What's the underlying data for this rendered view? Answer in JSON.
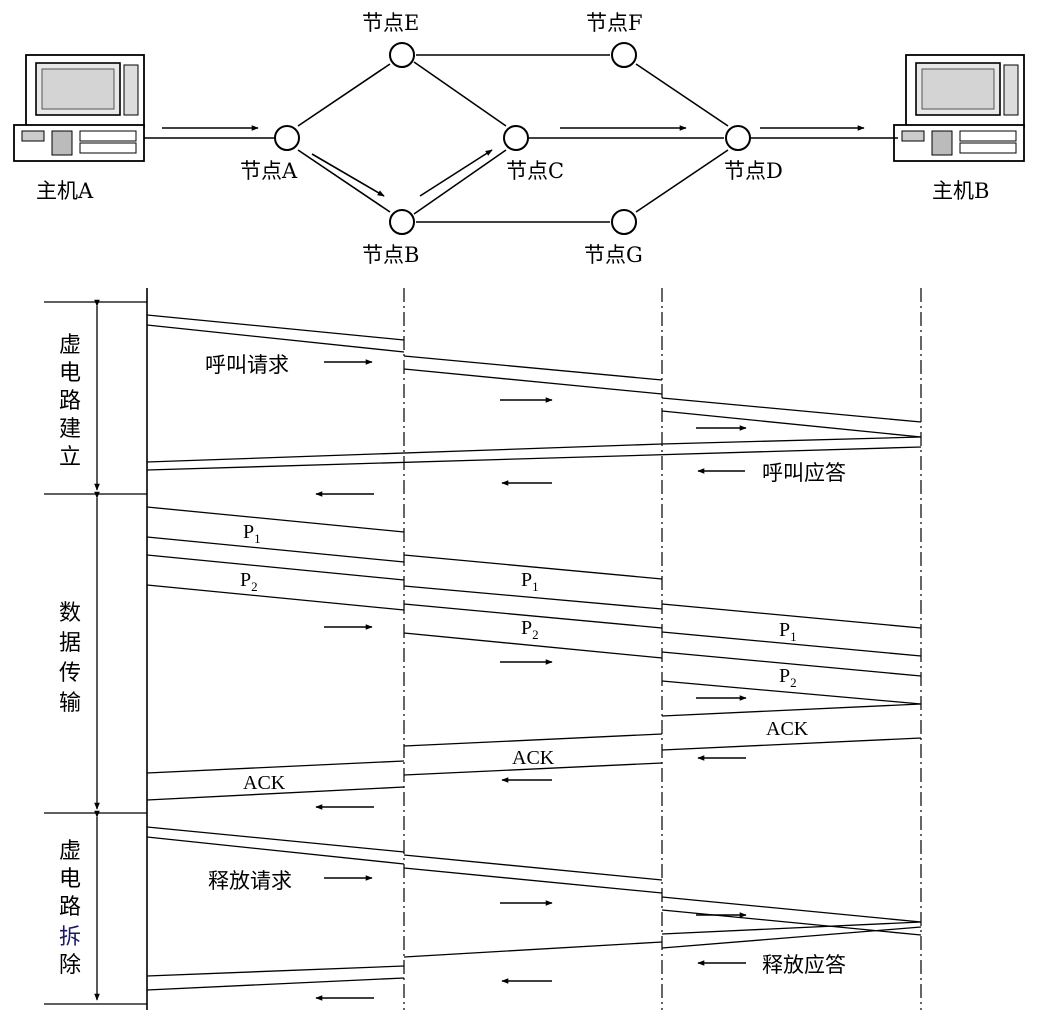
{
  "network": {
    "host_a": "主机A",
    "host_b": "主机B",
    "node_a": "节点A",
    "node_b": "节点B",
    "node_c": "节点C",
    "node_d": "节点D",
    "node_e": "节点E",
    "node_f": "节点F",
    "node_g": "节点G"
  },
  "phases": {
    "setup": [
      "虚",
      "电",
      "路",
      "建",
      "立"
    ],
    "transfer": [
      "数",
      "据",
      "传",
      "输"
    ],
    "teardown": [
      "虚",
      "电",
      "路",
      "拆",
      "除"
    ]
  },
  "messages": {
    "call_request": "呼叫请求",
    "call_accept": "呼叫应答",
    "release_request": "释放请求",
    "release_accept": "释放应答",
    "packet_letter": "P",
    "packet_1_index": "1",
    "packet_2_index": "2",
    "ack": "ACK"
  }
}
